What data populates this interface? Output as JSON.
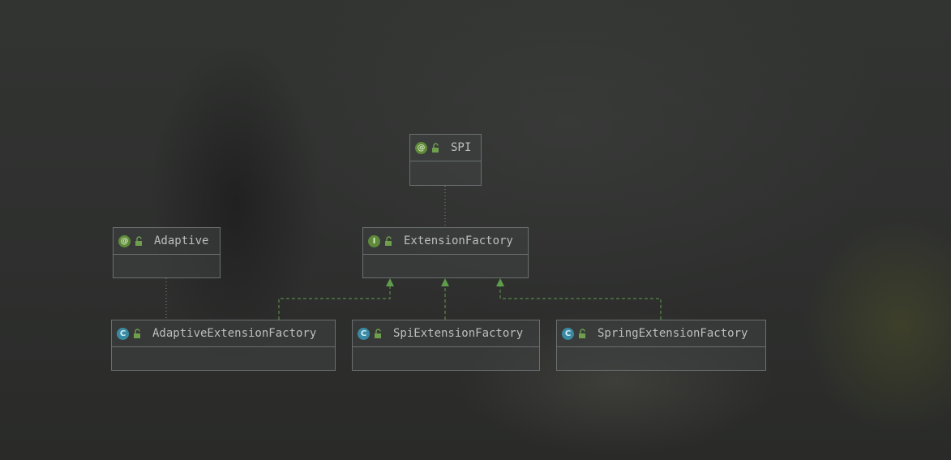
{
  "diagram": {
    "nodes": [
      {
        "id": "spi",
        "label": "SPI",
        "kind": "annotation",
        "kind_glyph": "@"
      },
      {
        "id": "adaptive",
        "label": "Adaptive",
        "kind": "annotation",
        "kind_glyph": "@"
      },
      {
        "id": "extension_factory",
        "label": "ExtensionFactory",
        "kind": "interface",
        "kind_glyph": "I"
      },
      {
        "id": "adaptive_extension_factory",
        "label": "AdaptiveExtensionFactory",
        "kind": "class",
        "kind_glyph": "C"
      },
      {
        "id": "spi_extension_factory",
        "label": "SpiExtensionFactory",
        "kind": "class",
        "kind_glyph": "C"
      },
      {
        "id": "spring_extension_factory",
        "label": "SpringExtensionFactory",
        "kind": "class",
        "kind_glyph": "C"
      }
    ],
    "edges": [
      {
        "from": "extension_factory",
        "to": "spi",
        "type": "annotated-by"
      },
      {
        "from": "adaptive_extension_factory",
        "to": "adaptive",
        "type": "annotated-by"
      },
      {
        "from": "adaptive_extension_factory",
        "to": "extension_factory",
        "type": "implements"
      },
      {
        "from": "spi_extension_factory",
        "to": "extension_factory",
        "type": "implements"
      },
      {
        "from": "spring_extension_factory",
        "to": "extension_factory",
        "type": "implements"
      }
    ]
  },
  "colors": {
    "annotation_badge": "#5e8a3a",
    "interface_badge": "#5e8a3a",
    "class_badge": "#3a8aa3",
    "implements_edge": "#5f9d4c",
    "annotation_edge": "#8a8f80",
    "lock": "#6f9e4d"
  },
  "icons": {
    "annotation": "at-sign-icon",
    "interface": "interface-i-icon",
    "class": "class-c-icon",
    "visibility": "open-lock-icon"
  }
}
